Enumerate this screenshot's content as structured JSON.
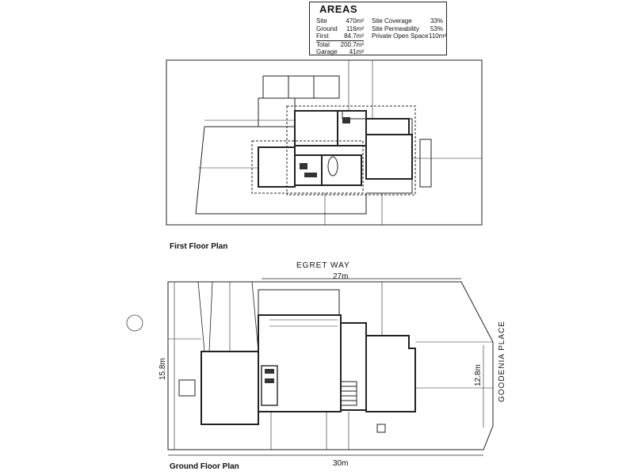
{
  "areas": {
    "title": "AREAS",
    "left": [
      {
        "label": "Site",
        "value": "470m²"
      },
      {
        "label": "Ground",
        "value": "116m²"
      },
      {
        "label": "First",
        "value": "84.7m²"
      },
      {
        "label": "Total",
        "value": "200.7m²"
      },
      {
        "label": "Garage",
        "value": "41m²"
      }
    ],
    "right": [
      {
        "label": "Site Coverage",
        "value": "33%"
      },
      {
        "label": "Site Permeability",
        "value": "53%"
      },
      {
        "label": "Private Open Space",
        "value": "110m²"
      }
    ]
  },
  "first_floor": {
    "title": "First Floor Plan"
  },
  "ground_floor": {
    "title": "Ground Floor Plan",
    "street_top": "EGRET WAY",
    "street_right": "GOODENIA PLACE",
    "dim_top": "27m",
    "dim_bottom": "30m",
    "dim_left": "15.8m",
    "dim_right": "12.8m"
  }
}
